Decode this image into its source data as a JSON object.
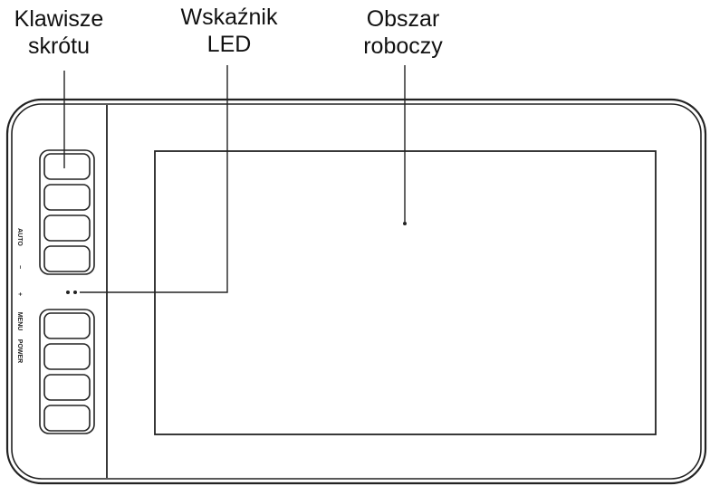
{
  "callouts": {
    "hotkeys": {
      "line1": "Klawisze",
      "line2": "skrótu"
    },
    "led": {
      "line1": "Wskaźnik",
      "line2": "LED"
    },
    "work_area": {
      "line1": "Obszar",
      "line2": "roboczy"
    }
  },
  "side_labels": {
    "auto": "AUTO",
    "minus": "−",
    "plus": "+",
    "menu": "MENU",
    "power": "POWER"
  },
  "colors": {
    "stroke": "#222222",
    "background": "#ffffff",
    "text": "#111111"
  }
}
